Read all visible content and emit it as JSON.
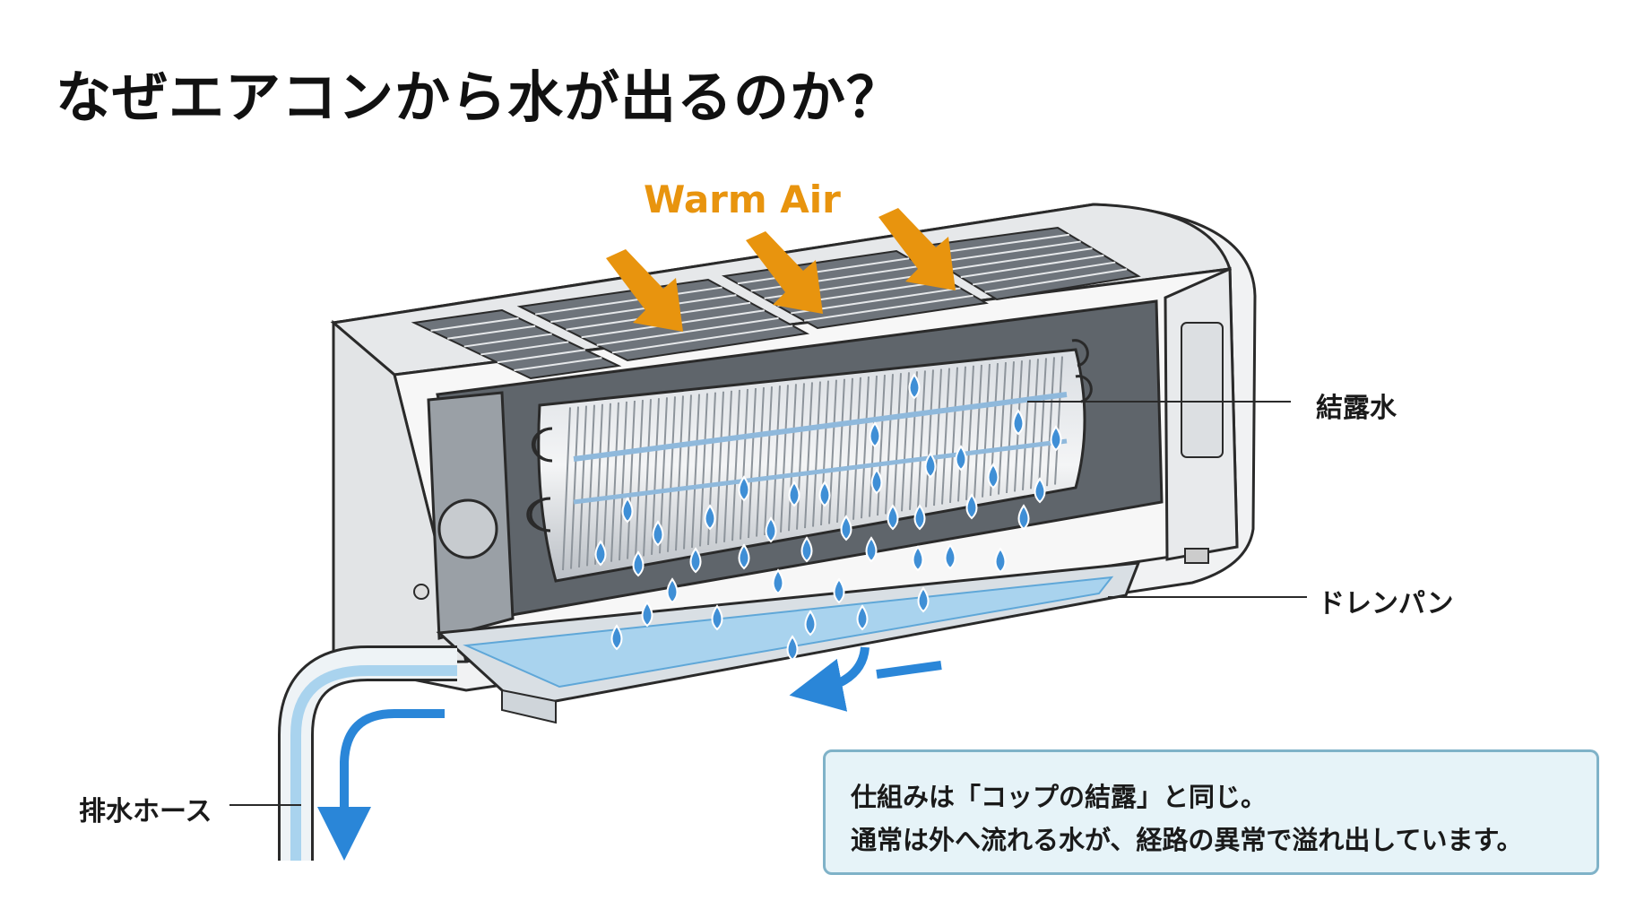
{
  "title": "なぜエアコンから水が出るのか？",
  "warm_air": {
    "label": "Warm Air",
    "color": "#e8940e"
  },
  "labels": {
    "condensation": "結露水",
    "drain_pan": "ドレンパン",
    "drain_hose": "排水ホース"
  },
  "note": {
    "line1": "仕組みは「コップの結露」と同じ。",
    "line2": "通常は外へ流れる水が、経路の異常で溢れ出しています。"
  },
  "colors": {
    "water": "#3f8fd6",
    "flow_arrow": "#2a86d8",
    "hose_water": "#a9d3ee",
    "note_bg": "#e6f3f8",
    "note_border": "#7fb2c8"
  }
}
